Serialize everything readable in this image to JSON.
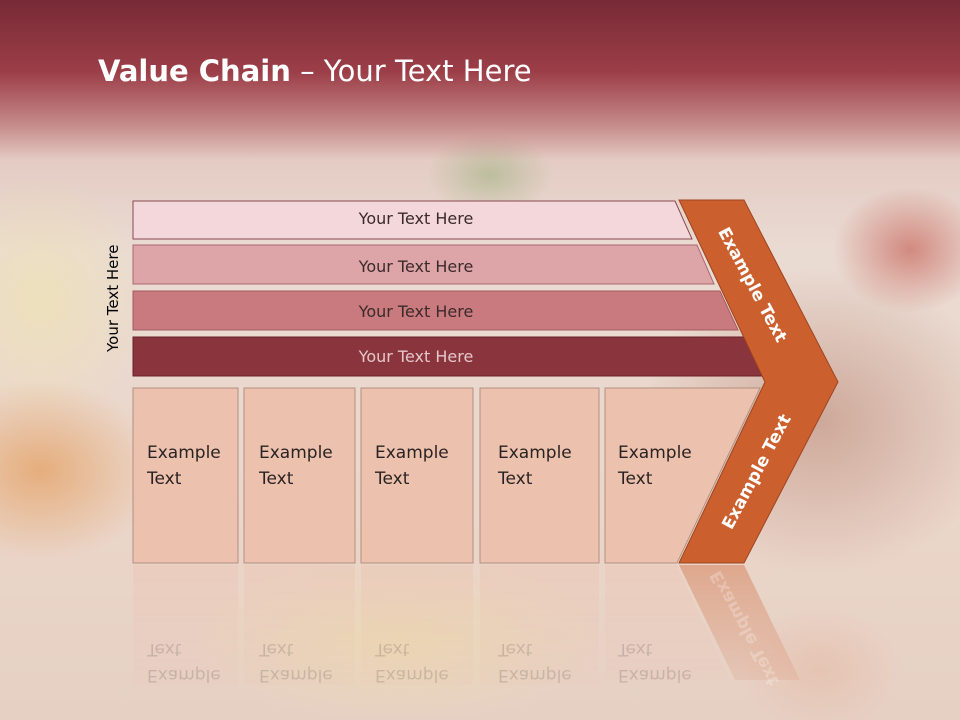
{
  "slide": {
    "title_bold": "Value Chain",
    "title_rest": " – Your Text Here",
    "side_label": "Your Text Here",
    "bars": [
      {
        "label": "Your Text Here"
      },
      {
        "label": "Your Text Here"
      },
      {
        "label": "Your Text Here"
      },
      {
        "label": "Your Text Here"
      }
    ],
    "boxes": [
      {
        "line1": "Example",
        "line2": "Text"
      },
      {
        "line1": "Example",
        "line2": "Text"
      },
      {
        "line1": "Example",
        "line2": "Text"
      },
      {
        "line1": "Example",
        "line2": "Text"
      },
      {
        "line1": "Example",
        "line2": "Text"
      }
    ],
    "arrow_upper_label": "Example Text",
    "arrow_lower_label": "Example Text",
    "colors": {
      "header": "#8f333d",
      "bar1": "#f3d7da",
      "bar2": "#dea5a9",
      "bar3": "#c97a7e",
      "bar4": "#8a343e",
      "box": "#ecc2ae",
      "arrow": "#cc5f2e"
    }
  }
}
